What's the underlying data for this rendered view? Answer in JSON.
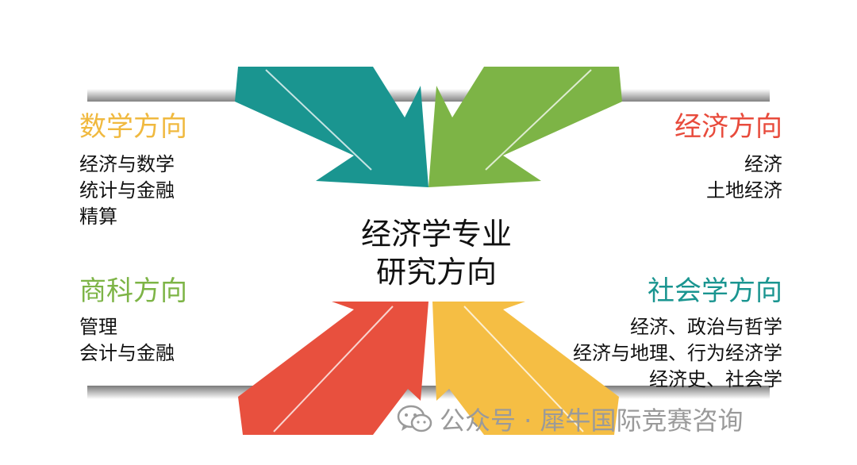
{
  "center": {
    "line1": "经济学专业",
    "line2": "研究方向"
  },
  "top_left": {
    "title": "数学方向",
    "title_color": "#F0B93F",
    "arrow_color": "#1A9590",
    "items": [
      "经济与数学",
      "统计与金融",
      "精算"
    ]
  },
  "top_right": {
    "title": "经济方向",
    "title_color": "#E84B3C",
    "arrow_color": "#7DB446",
    "items": [
      "经济",
      "土地经济"
    ]
  },
  "bottom_left": {
    "title": "商科方向",
    "title_color": "#7DB446",
    "arrow_color": "#E8503E",
    "items": [
      "管理",
      "会计与金融"
    ]
  },
  "bottom_right": {
    "title": "社会学方向",
    "title_color": "#1A9590",
    "arrow_color": "#F5BE44",
    "items": [
      "经济、政治与哲学",
      "经济与地理、行为经济学",
      "经济史、社会学"
    ]
  },
  "watermark": {
    "text": "公众号 · 犀牛国际竞赛咨询",
    "icon": "wechat-icon"
  }
}
